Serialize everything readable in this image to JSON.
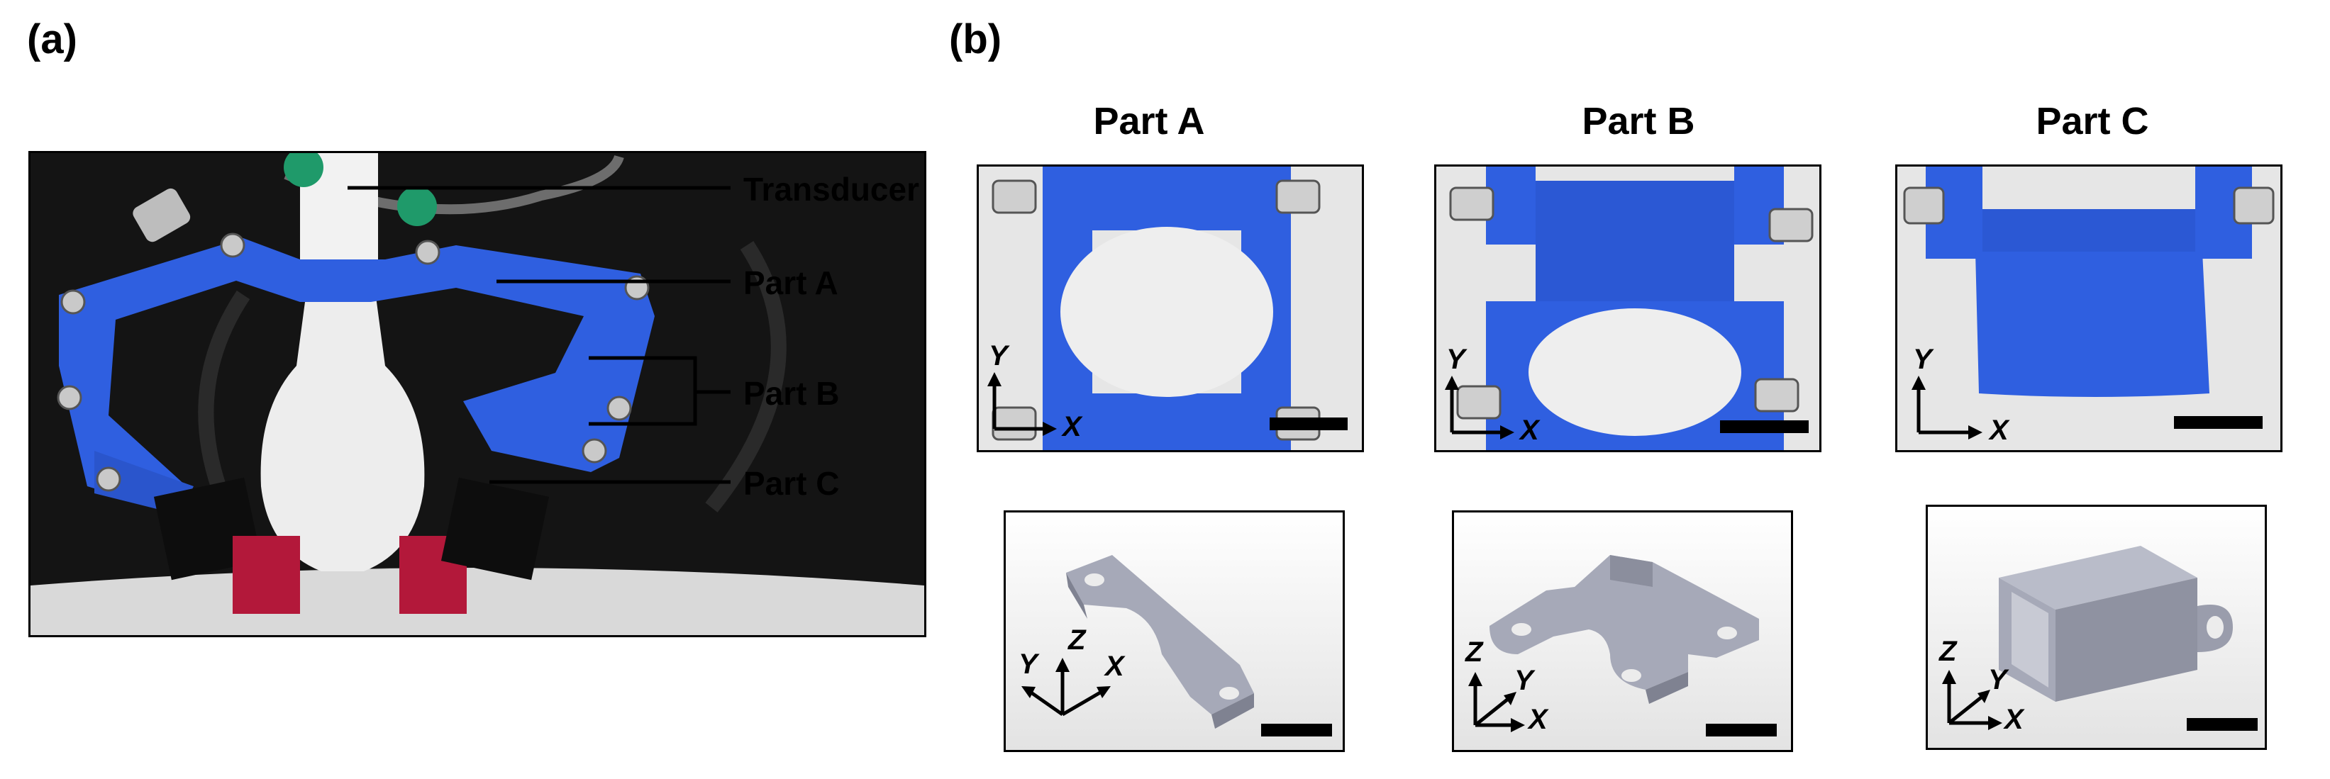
{
  "figure": {
    "panel_a_label": "(a)",
    "panel_b_label": "(b)",
    "callouts": [
      "Transducer",
      "Part A",
      "Part B",
      "Part C"
    ],
    "part_titles": [
      "Part A",
      "Part B",
      "Part C"
    ],
    "axes": {
      "x": "X",
      "y": "Y",
      "z": "Z"
    }
  }
}
